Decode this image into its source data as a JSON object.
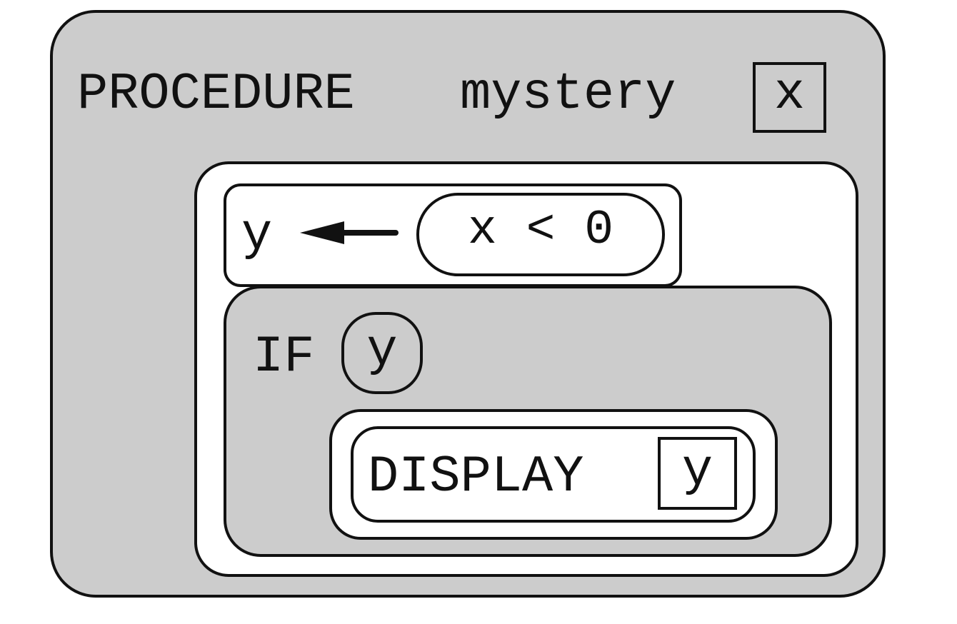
{
  "procedure": {
    "keyword": "PROCEDURE",
    "name": "mystery",
    "parameter": "x"
  },
  "assignment": {
    "target": "y",
    "arrow_icon": "left-arrow-icon",
    "expression": "x < 0"
  },
  "if_statement": {
    "keyword": "IF",
    "condition": "y"
  },
  "display_statement": {
    "keyword": "DISPLAY",
    "argument": "y"
  },
  "colors": {
    "block_gray": "#cccccc",
    "block_white": "#ffffff",
    "outline": "#111111"
  }
}
